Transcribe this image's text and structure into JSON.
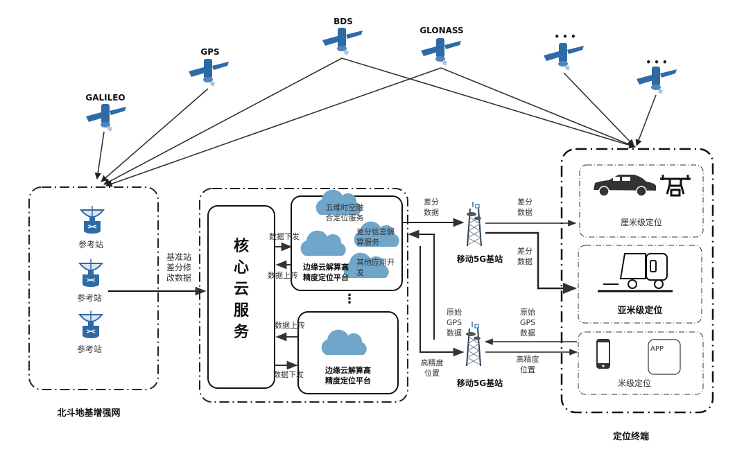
{
  "satellites": [
    {
      "label": "GALILEO"
    },
    {
      "label": "GPS"
    },
    {
      "label": "BDS"
    },
    {
      "label": "GLONASS"
    },
    {
      "label": "• • •"
    },
    {
      "label": "• • •"
    }
  ],
  "ground_network": {
    "title": "北斗地基增强网",
    "stations": [
      {
        "label": "参考站"
      },
      {
        "label": "参考站"
      },
      {
        "label": "参考站"
      }
    ],
    "output_label_lines": [
      "基准站",
      "差分修",
      "改数据"
    ]
  },
  "core_cloud": {
    "title": "核心云服务"
  },
  "edge_platforms": [
    {
      "title_lines": [
        "边缘云解算高",
        "精度定位平台"
      ],
      "services": [
        {
          "lines": [
            "五维时空融",
            "合定位服务"
          ]
        },
        {
          "lines": [
            "差分信息解",
            "算服务"
          ]
        },
        {
          "lines": [
            "其他应用开",
            "发"
          ]
        }
      ],
      "down_label": "数据下发",
      "up_label": "数据上传"
    },
    {
      "title_lines": [
        "边缘云解算高",
        "精度定位平台"
      ],
      "services": [],
      "up_label": "数据上传",
      "down_label": "数据下发"
    }
  ],
  "ellipsis": "⋮",
  "base_stations": [
    {
      "label": "移动5G基站",
      "in_label_lines": [
        "差分",
        "数据"
      ],
      "out_label_lines": [
        "差分",
        "数据"
      ],
      "out2_label_lines": [
        "差分",
        "数据"
      ]
    },
    {
      "label": "移动5G基站",
      "in_label_lines": [
        "原始",
        "GPS",
        "数据"
      ],
      "out_label_lines": [
        "高精度",
        "位置"
      ],
      "rx_label_lines": [
        "原始",
        "GPS",
        "数据"
      ],
      "tx_label_lines": [
        "高精度",
        "位置"
      ]
    }
  ],
  "terminals": {
    "title": "定位终端",
    "groups": [
      {
        "label": "厘米级定位",
        "icons": [
          "car-icon",
          "drone-icon"
        ]
      },
      {
        "label": "亚米级定位",
        "icons": [
          "street-sweeper-icon"
        ]
      },
      {
        "label": "米级定位",
        "icons": [
          "smartphone-icon",
          "app-icon"
        ],
        "app_label": "APP"
      }
    ]
  },
  "colors": {
    "icon_blue": "#2e6aa6",
    "cloud_blue": "#6fa6c9",
    "line": "#333333",
    "dark_icon": "#333333"
  }
}
